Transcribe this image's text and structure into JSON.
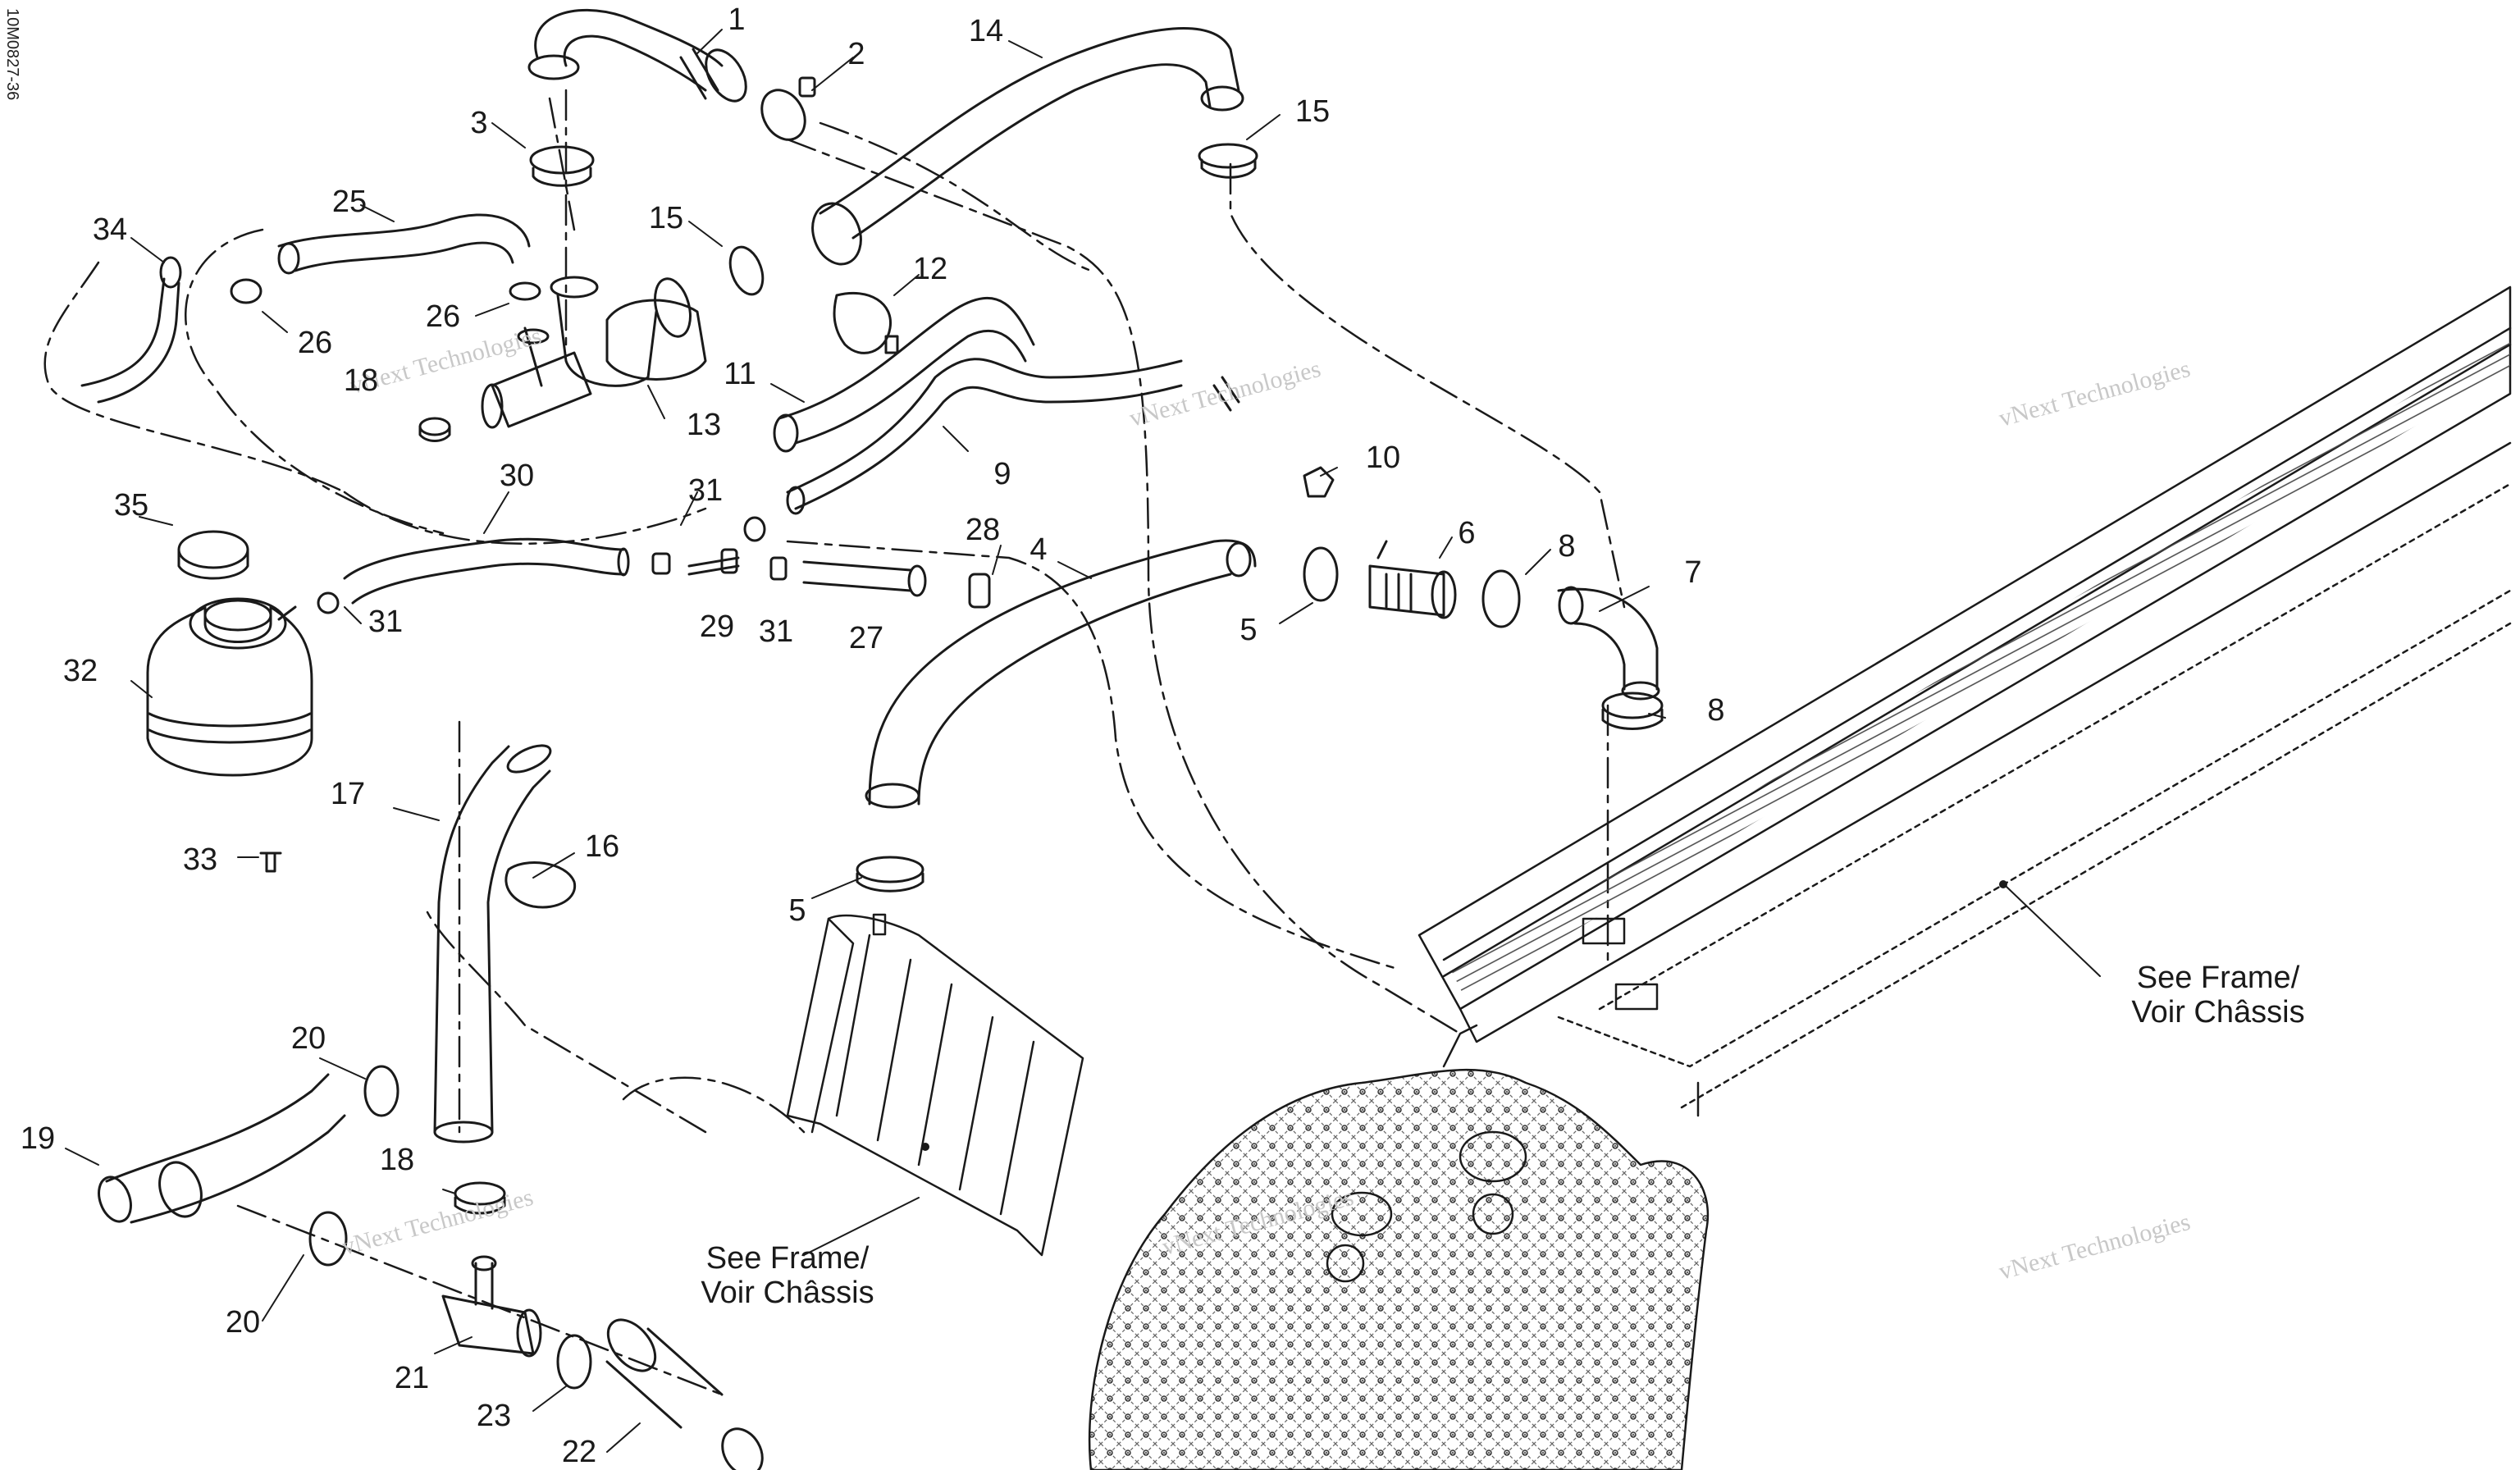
{
  "diagram_code": "10M0827-36",
  "callouts": [
    "1",
    "2",
    "3",
    "4",
    "5",
    "5",
    "6",
    "7",
    "8",
    "8",
    "9",
    "10",
    "11",
    "12",
    "13",
    "14",
    "15",
    "15",
    "16",
    "17",
    "18",
    "18",
    "19",
    "20",
    "20",
    "21",
    "22",
    "23",
    "25",
    "26",
    "26",
    "27",
    "28",
    "29",
    "30",
    "31",
    "31",
    "31",
    "32",
    "33",
    "34",
    "35"
  ],
  "notes": {
    "frame_ref_1_line1": "See Frame/",
    "frame_ref_1_line2": "Voir Châssis",
    "frame_ref_2_line1": "See Frame/",
    "frame_ref_2_line2": "Voir Châssis"
  },
  "watermarks": [
    "vNext Technologies",
    "vNext Technologies",
    "vNext Technologies",
    "vNext Technologies",
    "vNext Technologies",
    "vNext Technologies"
  ],
  "colors": {
    "ink": "#1a1a1a",
    "watermark": "#c8c8c8",
    "background": "#ffffff"
  }
}
